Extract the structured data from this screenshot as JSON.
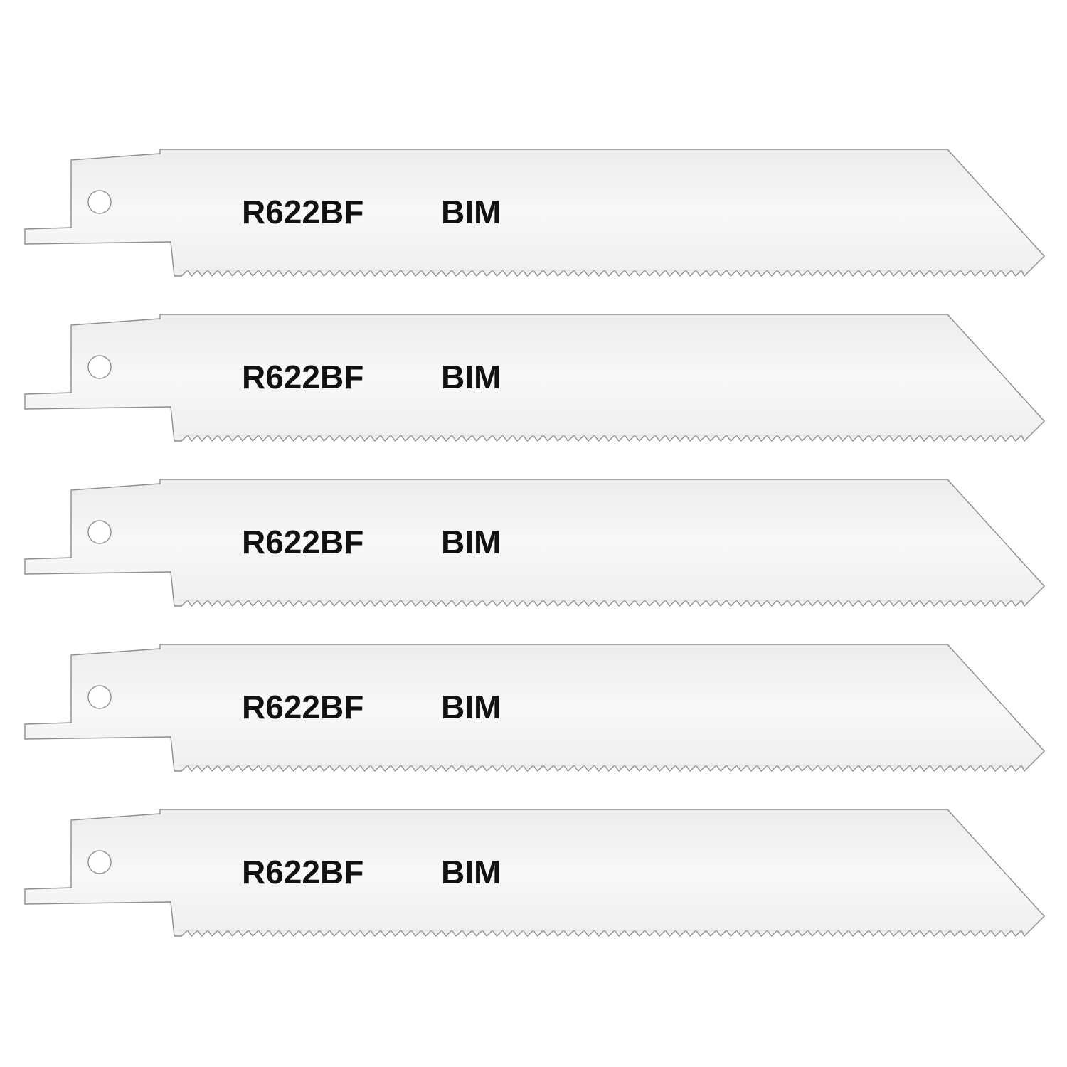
{
  "product": {
    "blade_count": 5,
    "model_label": "R622BF",
    "material_label": "BIM"
  },
  "colors": {
    "background": "#ffffff",
    "blade_fill": "#f6f6f6",
    "blade_outline": "#8e8e8e",
    "hole_fill": "#ffffff",
    "text": "#111111"
  },
  "icons": {
    "blade": "reciprocating-saw-blade",
    "mounting_hole": "mounting-hole"
  }
}
